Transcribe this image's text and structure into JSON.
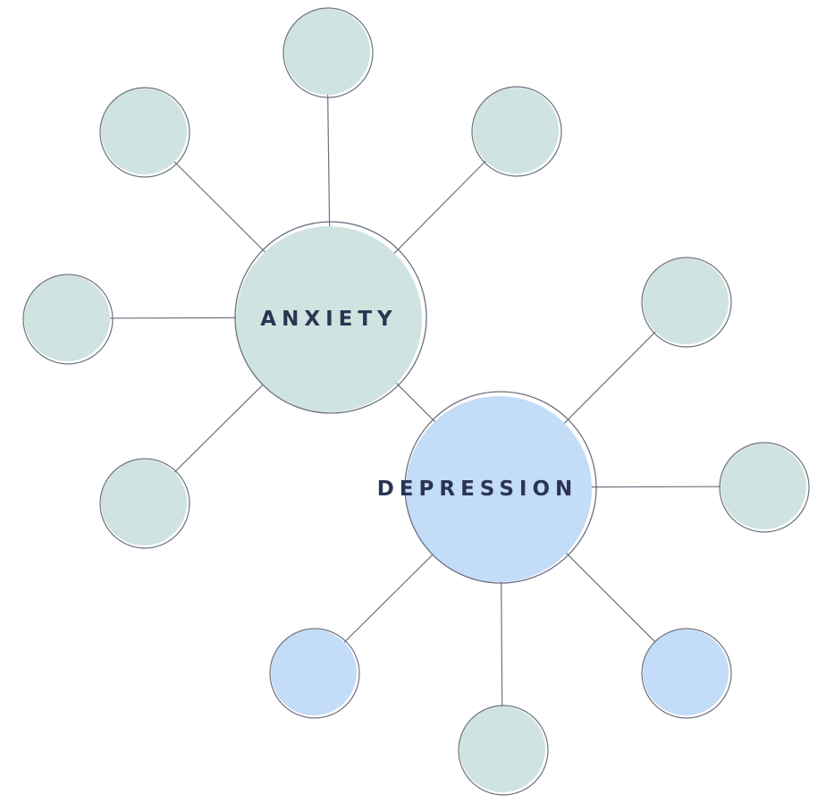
{
  "colors": {
    "green": "#cfe4e1",
    "blue": "#c3dcf7",
    "stroke": "#6e7080",
    "text": "#2b3552"
  },
  "hubs": [
    {
      "id": "anxiety",
      "label": "ANXIETY",
      "fill": "green"
    },
    {
      "id": "depression",
      "label": "DEPRESSION",
      "fill": "blue"
    }
  ],
  "nodes": [
    {
      "hub": "anxiety",
      "fill": "green",
      "accent": "blue"
    },
    {
      "hub": "anxiety",
      "fill": "green",
      "accent": "blue"
    },
    {
      "hub": "anxiety",
      "fill": "green",
      "accent": "blue"
    },
    {
      "hub": "anxiety",
      "fill": "green",
      "accent": null
    },
    {
      "hub": "anxiety",
      "fill": "green",
      "accent": "blue"
    },
    {
      "hub": "depression",
      "fill": "green",
      "accent": "blue"
    },
    {
      "hub": "depression",
      "fill": "green",
      "accent": "blue"
    },
    {
      "hub": "depression",
      "fill": "blue",
      "accent": null
    },
    {
      "hub": "depression",
      "fill": "green",
      "accent": null
    },
    {
      "hub": "depression",
      "fill": "blue",
      "accent": "green"
    }
  ]
}
